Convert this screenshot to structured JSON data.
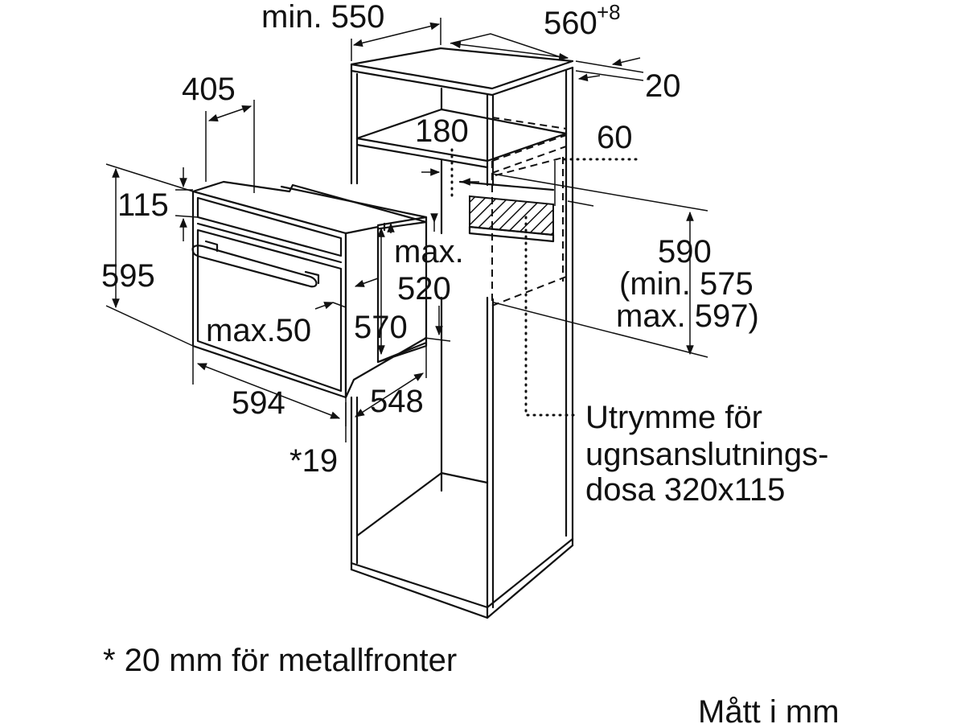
{
  "dimensions": {
    "min_550": "min. 550",
    "w560": "560",
    "w560_tolerance": "+8",
    "d20": "20",
    "d405": "405",
    "d180": "180",
    "d60": "60",
    "d115": "115",
    "d595": "595",
    "max_label": "max.",
    "d520": "520",
    "d590": "590",
    "min575": "(min. 575",
    "max597": "max. 597)",
    "max50": "max.50",
    "d570": "570",
    "d594": "594",
    "d548": "548",
    "star19": "*19"
  },
  "socket_note": {
    "line1": "Utrymme för",
    "line2": "ugnsanslutnings-",
    "line3": "dosa 320x115"
  },
  "footnote": "* 20 mm för metallfronter",
  "units_note": "Mått i mm"
}
